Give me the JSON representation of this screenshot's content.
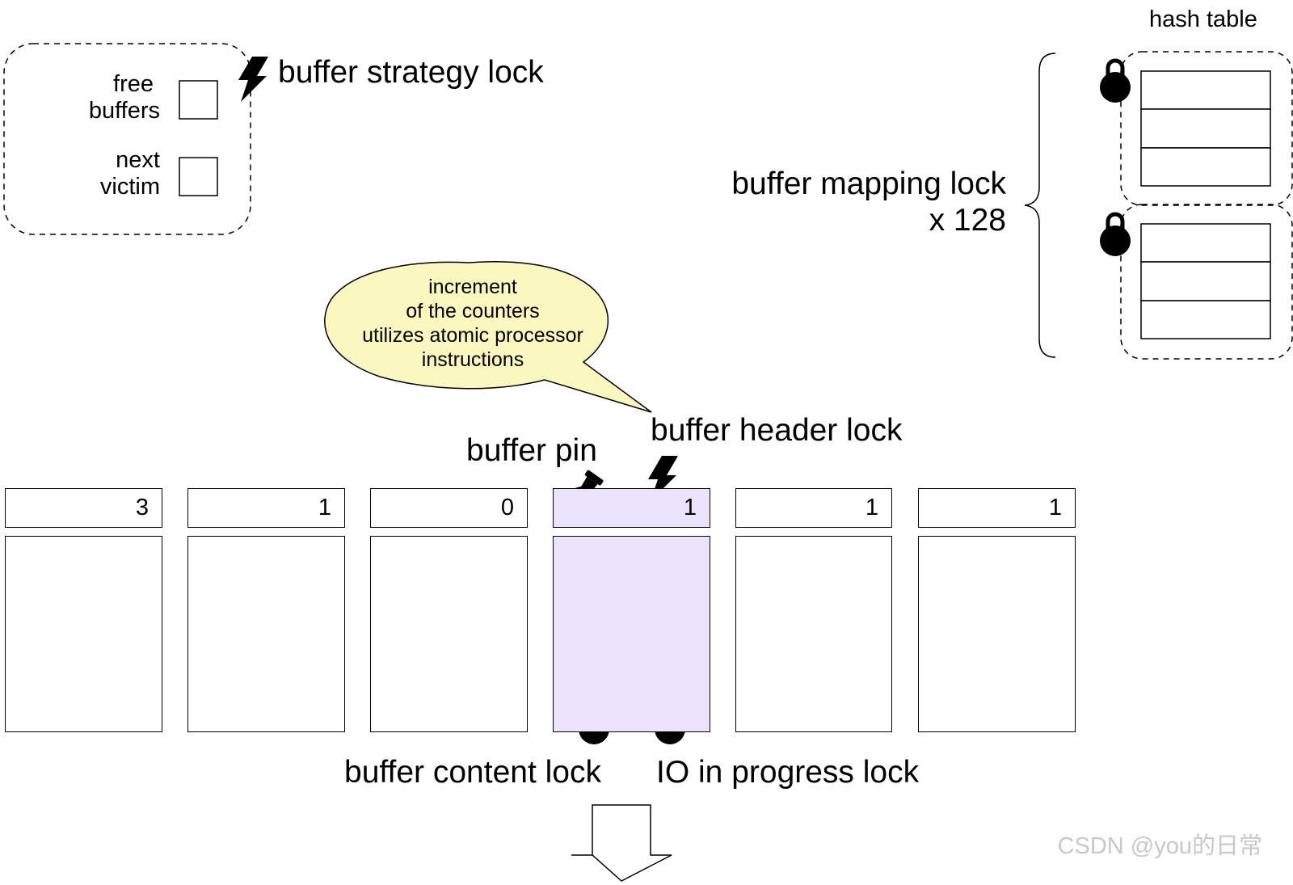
{
  "strategy": {
    "lock_label": "buffer strategy lock",
    "free_buffers_label_1": "free",
    "free_buffers_label_2": "buffers",
    "next_victim_label_1": "next",
    "next_victim_label_2": "victim"
  },
  "hash": {
    "title": "hash table",
    "mapping_lock_line_1": "buffer mapping lock",
    "mapping_lock_line_2": "x 128"
  },
  "callout": {
    "line_1": "increment",
    "line_2": "of the counters",
    "line_3": "utilizes atomic processor",
    "line_4": "instructions"
  },
  "buffers": {
    "pin_label": "buffer pin",
    "header_lock_label": "buffer header lock",
    "content_lock_label": "buffer content lock",
    "io_lock_label": "IO in progress lock",
    "counts": [
      "3",
      "1",
      "0",
      "1",
      "1",
      "1"
    ],
    "highlight_color": "#ece3fb"
  },
  "callout_color": "#fbf8bf",
  "watermark": "CSDN @you的日常"
}
